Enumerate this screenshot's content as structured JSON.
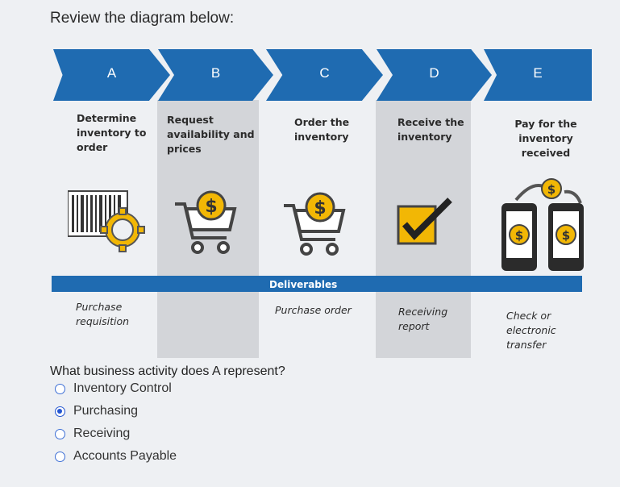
{
  "prompt": "Review the diagram below:",
  "diagram": {
    "chevrons": [
      {
        "letter": "A",
        "step": "Determine inventory to order",
        "deliverable": "Purchase requisition",
        "icon": "barcode-gear-icon"
      },
      {
        "letter": "B",
        "step": "Request availability and prices",
        "deliverable": "",
        "icon": "shopping-cart-dollar-icon"
      },
      {
        "letter": "C",
        "step": "Order the inventory",
        "deliverable": "Purchase order",
        "icon": "shopping-cart-dollar-icon"
      },
      {
        "letter": "D",
        "step": "Receive the inventory",
        "deliverable": "Receiving report",
        "icon": "checkbox-icon"
      },
      {
        "letter": "E",
        "step": "Pay for the inventory received",
        "deliverable": "Check or electronic transfer",
        "icon": "phone-transfer-icon"
      }
    ],
    "deliverables_label": "Deliverables",
    "colors": {
      "chevron": "#1f6bb1",
      "column": "#d3d5d9",
      "accent_yellow": "#f2b705"
    }
  },
  "question": {
    "text": "What business activity does A represent?",
    "options": [
      "Inventory Control",
      "Purchasing",
      "Receiving",
      "Accounts Payable"
    ],
    "selected": "Purchasing"
  }
}
